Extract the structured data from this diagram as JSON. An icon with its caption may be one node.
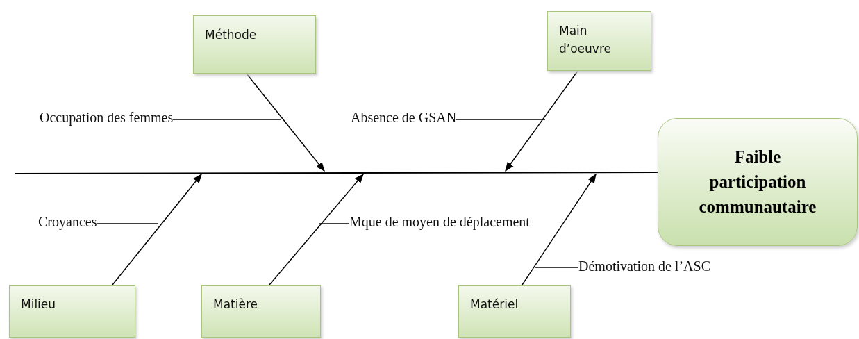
{
  "diagram": {
    "nodes": [
      {
        "text": [
          "Méthode"
        ]
      },
      {
        "text": [
          "Main d’oeuvre"
        ]
      },
      {
        "text": [
          "Faible participation communautaire"
        ]
      },
      {
        "text": [
          "Occupation des femmes"
        ]
      },
      {
        "text": [
          "Absence de GSAN"
        ]
      },
      {
        "text": [
          "Croyances"
        ]
      },
      {
        "text": [
          "Mque de moyen de déplacement"
        ]
      },
      {
        "text": [
          "Milieu"
        ]
      },
      {
        "text": [
          "Matière"
        ]
      },
      {
        "text": [
          "Matériel"
        ]
      },
      {
        "text": [
          "Démotivation de l’ASC"
        ]
      }
    ],
    "edges": [
      {
        "from": null,
        "to": 2,
        "arrow": "none"
      },
      {
        "from": 0,
        "to": null,
        "arrow": "to"
      },
      {
        "from": 1,
        "to": null,
        "arrow": "to"
      },
      {
        "from": 7,
        "to": null,
        "arrow": "to"
      },
      {
        "from": 8,
        "to": null,
        "arrow": "to"
      },
      {
        "from": 9,
        "to": null,
        "arrow": "to"
      },
      {
        "from": 3,
        "to": null,
        "arrow": "none"
      },
      {
        "from": 4,
        "to": null,
        "arrow": "none"
      },
      {
        "from": 5,
        "to": null,
        "arrow": "none"
      },
      {
        "from": 6,
        "to": null,
        "arrow": "none"
      },
      {
        "from": 10,
        "to": null,
        "arrow": "none"
      }
    ]
  }
}
